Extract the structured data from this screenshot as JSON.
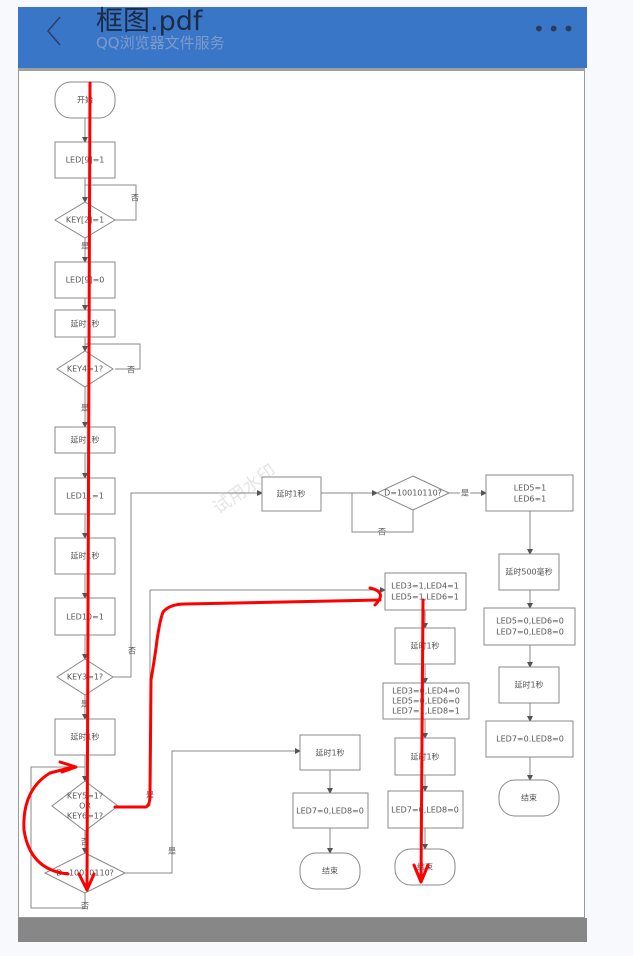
{
  "header": {
    "title": "框图.pdf",
    "subtitle": "QQ浏览器文件服务",
    "more_icon": "more-icon",
    "back_icon": "back-icon"
  },
  "watermark": "试用水印",
  "flow": {
    "start": "开始",
    "led9_on": "LED[9]=1",
    "key2": "KEY[2]=1",
    "led9_off": "LED[9]=0",
    "delay1": "延时1秒",
    "key4": "KEY4=1?",
    "led11": "LED11=1",
    "led10": "LED10=1",
    "key3": "KEY3=1?",
    "key56_a": "KEY5=1?",
    "key56_b": "OR",
    "key56_c": "KEY6=1?",
    "d_check": "D=10010110?",
    "yes": "是",
    "no": "否",
    "led56_on_a": "LED5=1",
    "led56_on_b": "LED6=1",
    "delay500": "延时500毫秒",
    "led_off_a": "LED5=0,LED6=0",
    "led_off_b": "LED7=0,LED8=0",
    "led78_off_dot": "LED7=0.LED8=0",
    "led78_off": "LED7=0,LED8=0",
    "led3456_a": "LED3=1,LED4=1",
    "led3456_b": "LED5=1,LED6=1",
    "mix_a": "LED3=0,LED4=0",
    "mix_b": "LED5=0,LED6=0",
    "mix_c": "LED7=1,LED8=1",
    "end": "结束"
  }
}
